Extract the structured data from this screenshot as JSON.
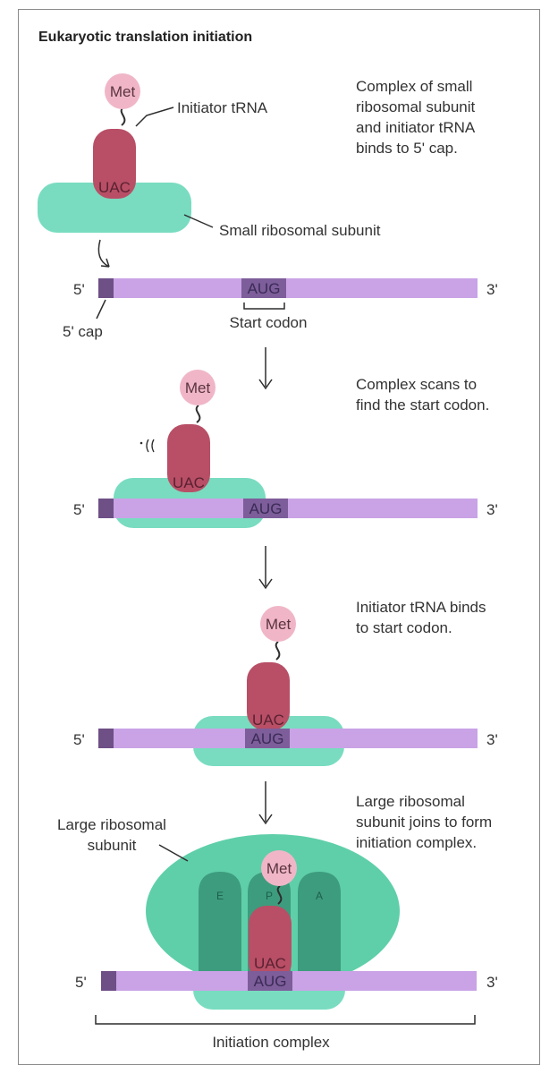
{
  "title": "Eukaryotic translation initiation",
  "labels": {
    "met": "Met",
    "uac": "UAC",
    "aug": "AUG",
    "five_prime": "5'",
    "three_prime": "3'",
    "initiator_trna": "Initiator tRNA",
    "small_subunit": "Small ribosomal subunit",
    "five_cap": "5' cap",
    "start_codon": "Start codon",
    "large_subunit": [
      "Large ribosomal",
      "subunit"
    ],
    "site_e": "E",
    "site_p": "P",
    "site_a": "A",
    "initiation_complex": "Initiation complex"
  },
  "steps": [
    {
      "lines": [
        "Complex of small",
        "ribosomal subunit",
        "and initiator tRNA",
        "binds to 5' cap."
      ]
    },
    {
      "lines": [
        "Complex scans to",
        "find the start codon."
      ]
    },
    {
      "lines": [
        "Initiator tRNA binds",
        "to start codon."
      ]
    },
    {
      "lines": [
        "Large ribosomal",
        "subunit joins to form",
        "initiation complex."
      ]
    }
  ],
  "colors": {
    "mrna": "#c9a3e6",
    "cap": "#6e4f86",
    "aug_box": "#7d5d9a",
    "small_subunit": "#79dcc0",
    "large_subunit": "#5fcfa9",
    "sites": "#3d9c7d",
    "trna": "#b84f66",
    "met": "#f0b6c8"
  }
}
